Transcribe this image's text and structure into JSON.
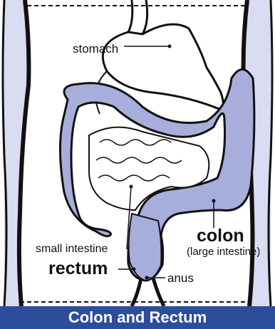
{
  "labels": {
    "stomach": "stomach",
    "small_intestine": "small intestine",
    "rectum": "rectum",
    "colon": "colon",
    "colon_sub": "(large intestine)",
    "anus": "anus"
  },
  "caption": "Colon and Rectum",
  "colors": {
    "colon_fill": "#a7aedb",
    "body_shade": "#dadcf1",
    "caption_bg": "#2c4d9b",
    "outline": "#111111"
  }
}
